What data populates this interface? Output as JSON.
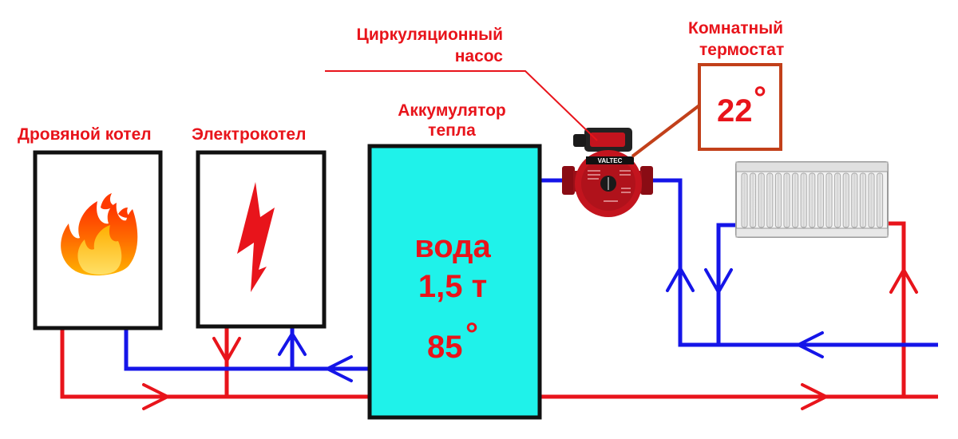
{
  "labels": {
    "wood_boiler": "Дровяной котел",
    "electric_boiler": "Электрокотел",
    "accumulator_line1": "Аккумулятор",
    "accumulator_line2": "тепла",
    "pump_line1": "Циркуляционный",
    "pump_line2": "насос",
    "thermostat_line1": "Комнатный",
    "thermostat_line2": "термостат"
  },
  "tank": {
    "line1": "вода",
    "line2": "1,5 т",
    "temperature": "85",
    "degree": "°"
  },
  "thermostat": {
    "value": "22",
    "degree": "°"
  },
  "pump": {
    "brand": "VALTEC"
  },
  "colors": {
    "supply": "#e8141b",
    "return": "#1515e8",
    "tank_fill": "#1ff2ea",
    "label": "#e8141b",
    "thermostat_border": "#c2401a",
    "pump_body": "#b0141e"
  },
  "icons": {
    "wood_boiler": "fire-icon",
    "electric_boiler": "lightning-icon",
    "radiator": "radiator-icon",
    "pump": "pump-icon"
  }
}
